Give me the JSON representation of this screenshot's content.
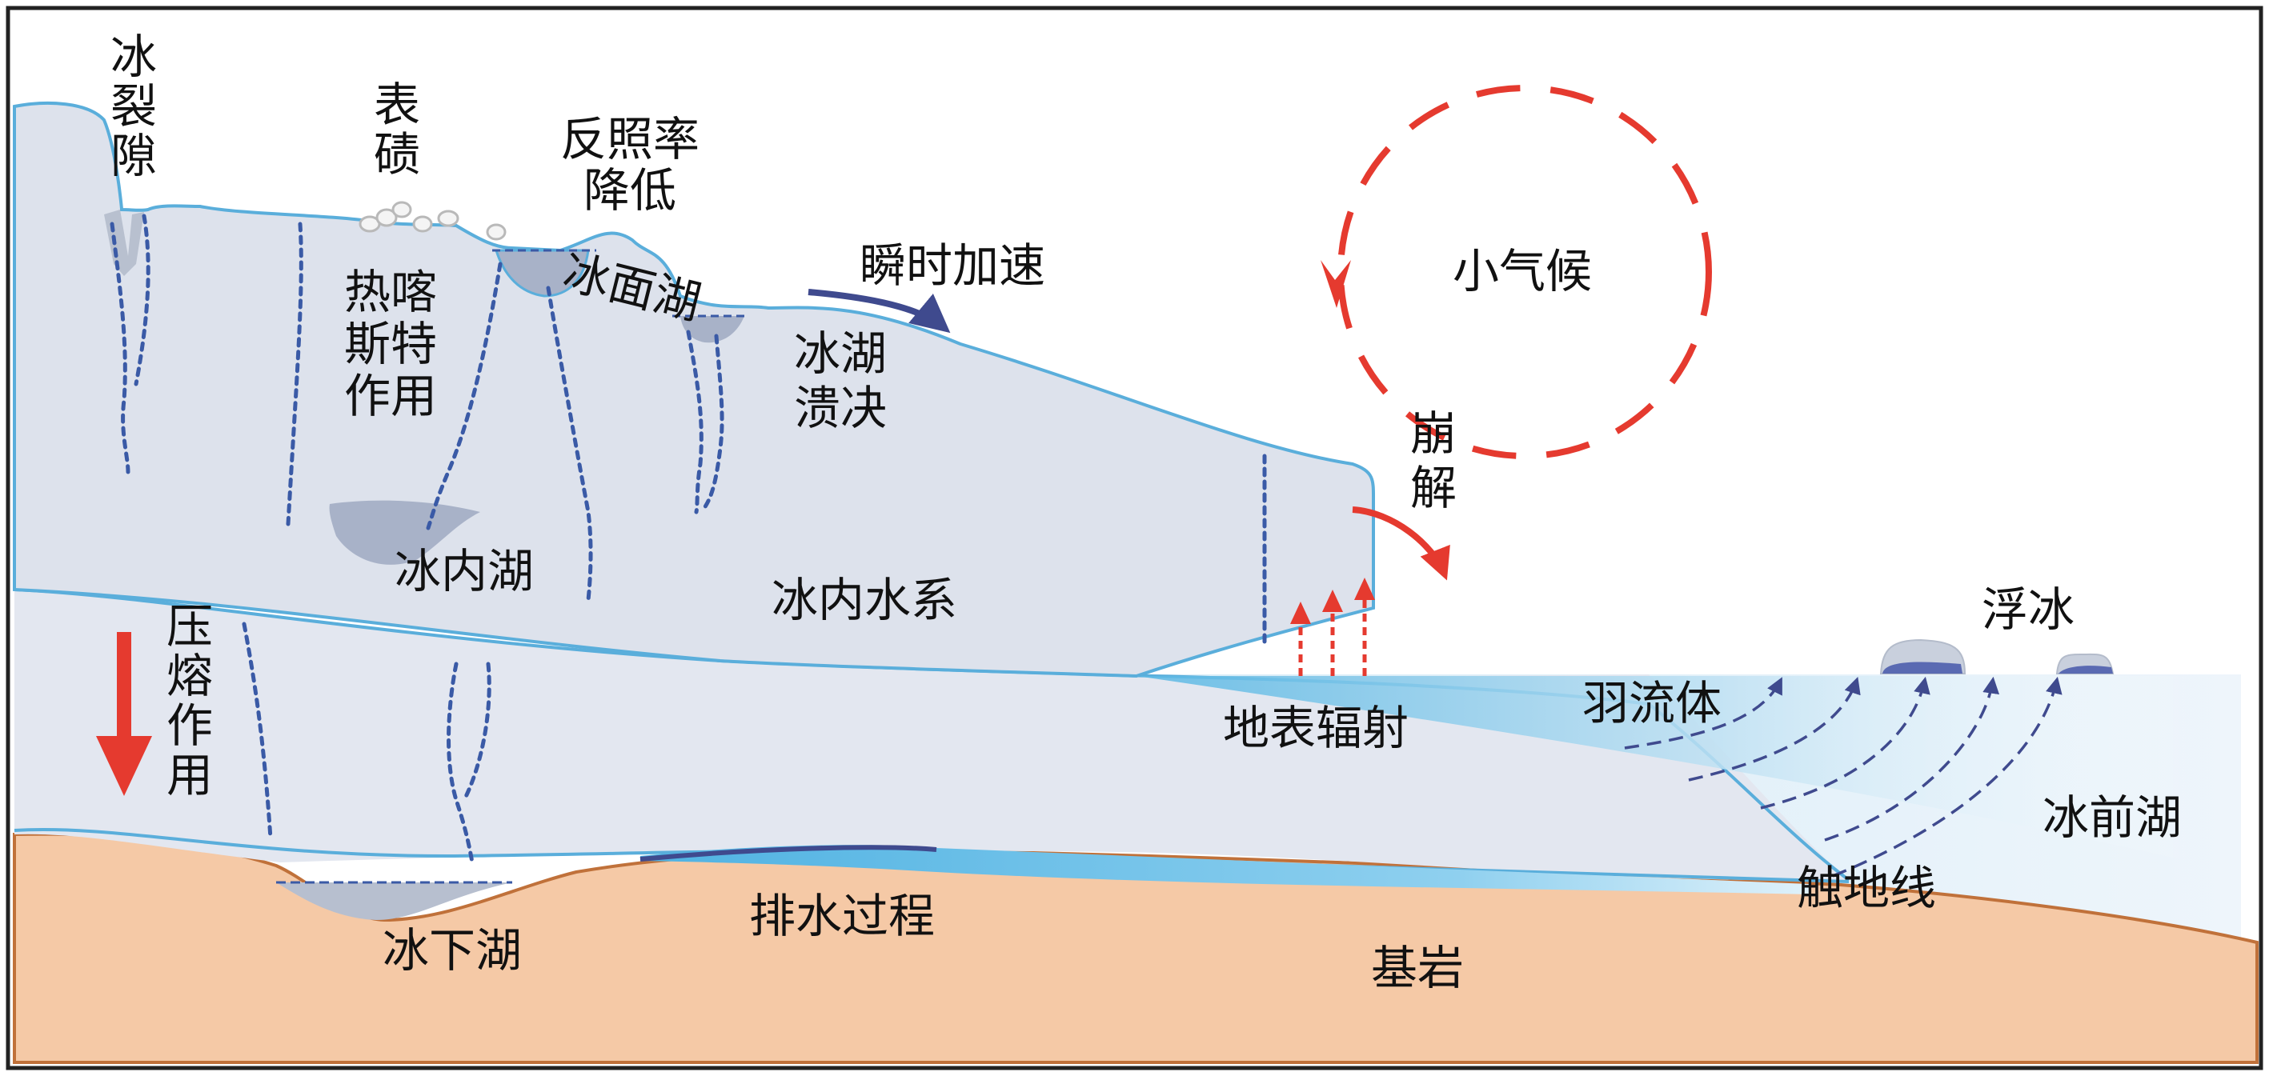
{
  "labels": {
    "crevasse": "冰裂隙",
    "debris": "表碛",
    "albedo_line1": "反照率",
    "albedo_line2": "降低",
    "supraglacial_lake": "冰面湖",
    "instant_accel": "瞬时加速",
    "microclimate": "小气候",
    "thermokarst_line1": "热喀",
    "thermokarst_line2": "斯特",
    "thermokarst_line3": "作用",
    "glof_line1": "冰湖",
    "glof_line2": "溃决",
    "calving_line1": "崩",
    "calving_line2": "解",
    "englacial_lake": "冰内湖",
    "englacial_drainage": "冰内水系",
    "pressure_melt": "压熔作用",
    "floating_ice": "浮冰",
    "plume": "羽流体",
    "surface_radiation": "地表辐射",
    "proglacial_lake": "冰前湖",
    "grounding_line": "触地线",
    "subglacial_lake": "冰下湖",
    "drainage_process": "排水过程",
    "bedrock": "基岩"
  },
  "colors": {
    "ice_fill": "#dde2ec",
    "ice_outline": "#5aaedb",
    "water": "#8ecbea",
    "lake_fill": "#a8b2c8",
    "bedrock": "#f5c9a6",
    "bedrock_outline": "#c0713a",
    "dotted_channel": "#3a5aa6",
    "red_arrow": "#e53a2f",
    "navy_arrow": "#3f4a8e"
  }
}
